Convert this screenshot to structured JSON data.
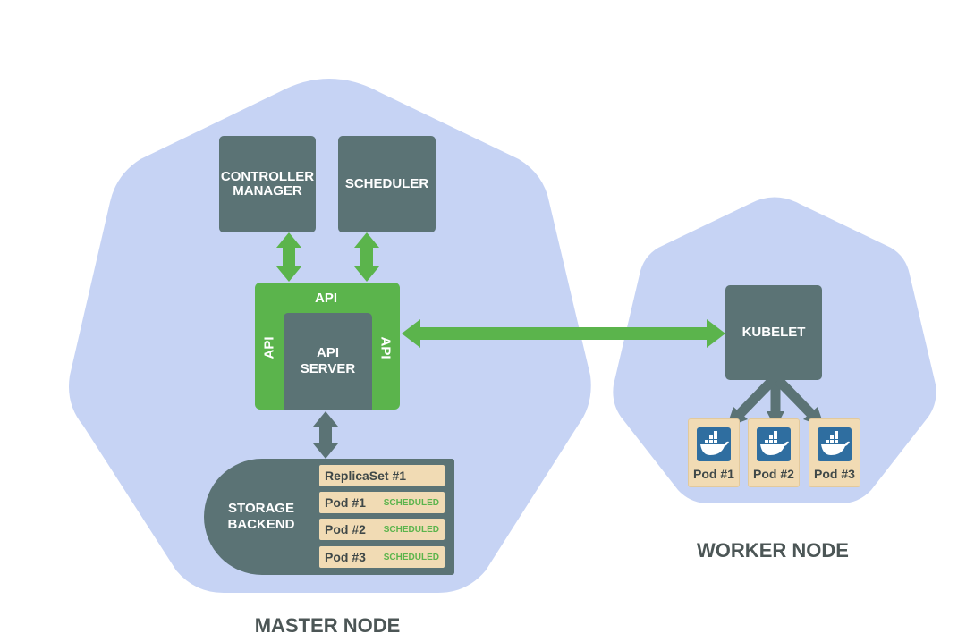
{
  "nodes": {
    "master_caption": "MASTER NODE",
    "worker_caption": "WORKER NODE"
  },
  "components": {
    "controller_manager": "CONTROLLER\nMANAGER",
    "scheduler": "SCHEDULER",
    "api_top": "API",
    "api_left": "API",
    "api_right": "API",
    "api_server": "API\nSERVER",
    "storage_backend": "STORAGE\nBACKEND",
    "kubelet": "KUBELET"
  },
  "storage_rows": [
    {
      "name": "ReplicaSet #1",
      "status": ""
    },
    {
      "name": "Pod #1",
      "status": "SCHEDULED"
    },
    {
      "name": "Pod #2",
      "status": "SCHEDULED"
    },
    {
      "name": "Pod #3",
      "status": "SCHEDULED"
    }
  ],
  "worker_pods": [
    {
      "label": "Pod #1",
      "icon": "docker-whale-icon"
    },
    {
      "label": "Pod #2",
      "icon": "docker-whale-icon"
    },
    {
      "label": "Pod #3",
      "icon": "docker-whale-icon"
    }
  ],
  "colors": {
    "node_fill": "#c6d3f4",
    "component_fill": "#5b7375",
    "api_green": "#5bb44c",
    "row_fill": "#f1dbb4",
    "docker_blue": "#2f6ea0"
  }
}
